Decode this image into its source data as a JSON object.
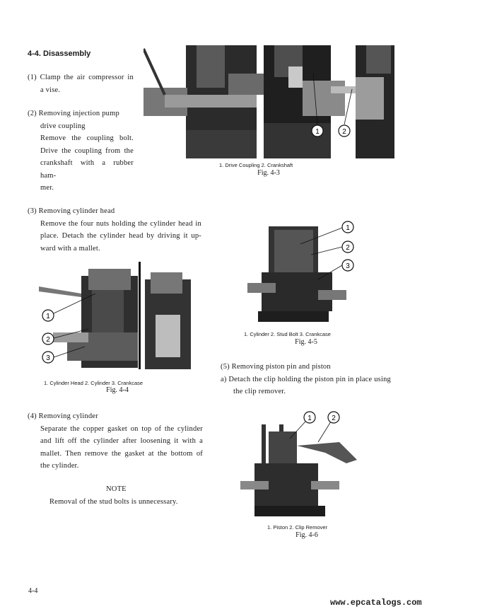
{
  "section": {
    "title": "4-4.  Disassembly"
  },
  "steps": {
    "s1": {
      "heading": "(1)  Clamp the air compressor in",
      "line2": "a vise."
    },
    "s2": {
      "heading": "(2)  Removing injection pump",
      "line2": "drive coupling",
      "body": [
        "Remove  the  coupling  bolt.",
        "Drive  the  coupling  from  the",
        "crankshaft  with  a  rubber  ham-",
        "mer."
      ]
    },
    "s3": {
      "heading": "(3)  Removing cylinder head",
      "body": [
        "Remove the four nuts holding the cylinder head in",
        "place.  Detach  the  cylinder  head  by  driving  it  up-",
        "ward with a mallet."
      ]
    },
    "s4": {
      "heading": "(4)  Removing cylinder",
      "body": [
        "Separate  the  copper  gasket  on  top  of  the  cylinder",
        "and  lift  off  the  cylinder  after  loosening  it  with  a",
        "mallet.  Then  remove  the  gasket  at  the  bottom  of",
        "the cylinder."
      ]
    },
    "s5": {
      "heading": "(5)  Removing piston pin and piston",
      "sub_a": "a)  Detach the clip holding the piston pin in place using",
      "sub_a2": "the clip remover."
    }
  },
  "note": {
    "title": "NOTE",
    "text": "Removal  of  the  stud  bolts  is  unnecessary."
  },
  "figures": {
    "f43": {
      "caption": "1.  Drive Coupling      2.  Crankshaft",
      "label": "Fig.  4-3",
      "callouts": [
        "1",
        "2"
      ]
    },
    "f44": {
      "caption": "1.  Cylinder Head      2.  Cylinder      3.  Crankcase",
      "label": "Fig.  4-4",
      "callouts": [
        "1",
        "2",
        "3"
      ]
    },
    "f45": {
      "caption": "1.  Cylinder      2.  Stud Bolt      3.  Crankcase",
      "label": "Fig.  4-5",
      "callouts": [
        "1",
        "2",
        "3"
      ]
    },
    "f46": {
      "caption": "1.  Piston      2.  Clip Remover",
      "label": "Fig.  4-6",
      "callouts": [
        "1",
        "2"
      ]
    }
  },
  "footer": {
    "page_number": "4-4",
    "watermark": "www.epcatalogs.com"
  }
}
